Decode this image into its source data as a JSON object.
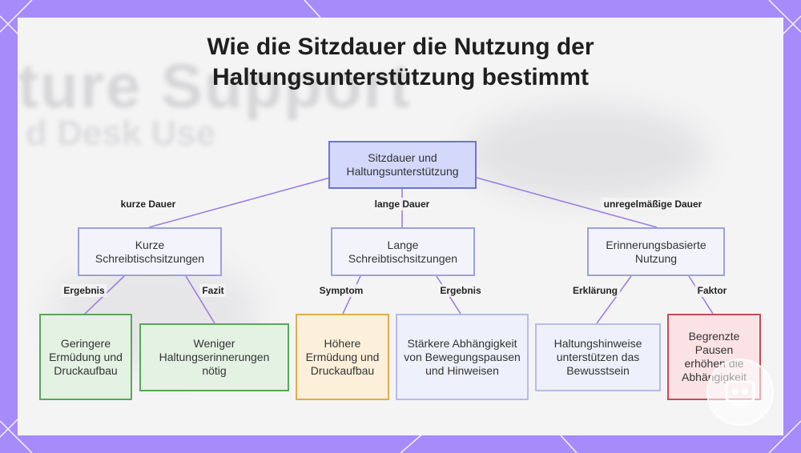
{
  "title": {
    "line1": "Wie die Sitzdauer die Nutzung der",
    "line2": "Haltungsunterstützung bestimmt"
  },
  "background": {
    "ghost_text_1": "ture Support",
    "ghost_text_2": "d Desk Use"
  },
  "nodes": {
    "root": "Sitzdauer und Haltungsunterstützung",
    "short": "Kurze Schreibtischsitzungen",
    "long": "Lange Schreibtischsitzungen",
    "reminder": "Erinnerungsbasierte Nutzung",
    "less_fatigue": "Geringere Ermüdung und Druckaufbau",
    "fewer_reminders": "Weniger Haltungserinnerungen nötig",
    "more_fatigue": "Höhere Ermüdung und Druckaufbau",
    "more_dependence": "Stärkere Abhängigkeit von Bewegungspausen und Hinweisen",
    "awareness": "Haltungshinweise unterstützen das Bewusstsein",
    "limited_breaks": "Begrenzte Pausen erhöhen die Abhängigkeit"
  },
  "edges": {
    "short_label": "kurze Dauer",
    "long_label": "lange Dauer",
    "irregular_label": "unregelmäßige Dauer",
    "short_result": "Ergebnis",
    "short_conclusion": "Fazit",
    "long_symptom": "Symptom",
    "long_result": "Ergebnis",
    "reminder_explanation": "Erklärung",
    "reminder_factor": "Faktor"
  },
  "colors": {
    "frame": "#a78bfa",
    "edge": "#9b7fe0",
    "root": "#d4d8fb",
    "green": "#57a857",
    "orange": "#e0ac44",
    "red": "#c54a55"
  },
  "logo_icon": "brand-logo-icon"
}
